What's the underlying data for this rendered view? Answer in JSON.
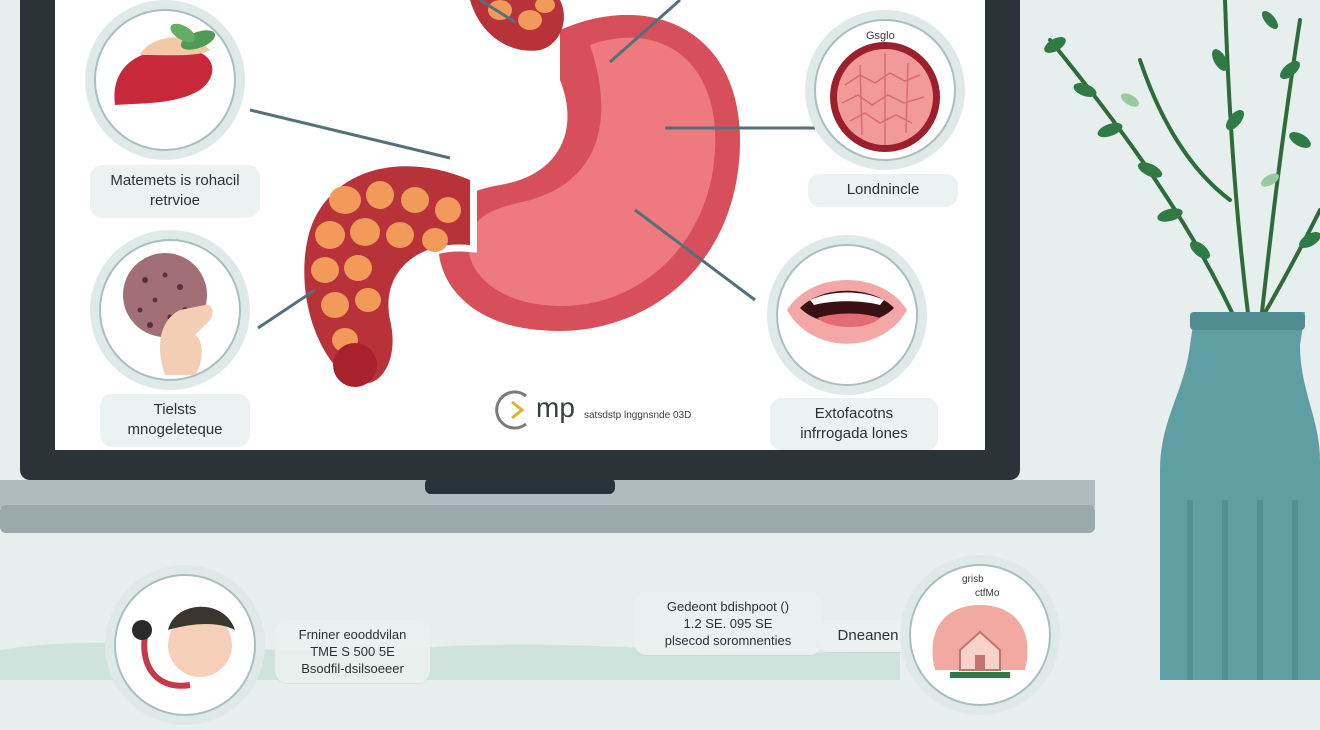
{
  "infographic": {
    "brand": {
      "mark": "mp",
      "text": "satsdstp lnggnsnde 03D"
    },
    "callouts": [
      {
        "lines": [
          "Matemets is rohacil",
          "retrvioe"
        ]
      },
      {
        "lines": [
          "Tielsts",
          "mnogeleteque"
        ]
      },
      {
        "lines": [
          "Londnincle"
        ],
        "ring_text": "Gsglo"
      },
      {
        "lines": [
          "Extofacotns",
          "infrrogada lones"
        ]
      }
    ]
  },
  "bottom": {
    "cards": [
      {
        "lines": [
          "Frniner eooddvilan",
          "TME S 500 5E",
          "Bsodfil-dsilsoeeer"
        ]
      },
      {
        "lines": [
          "Gedeont bdishpoot ()",
          "1.2 SE. 095 SE",
          "plsecod soromnenties"
        ]
      },
      {
        "lines": [
          "Dneanen"
        ]
      }
    ],
    "seal_text": [
      "grisb",
      "ctfMo"
    ]
  }
}
